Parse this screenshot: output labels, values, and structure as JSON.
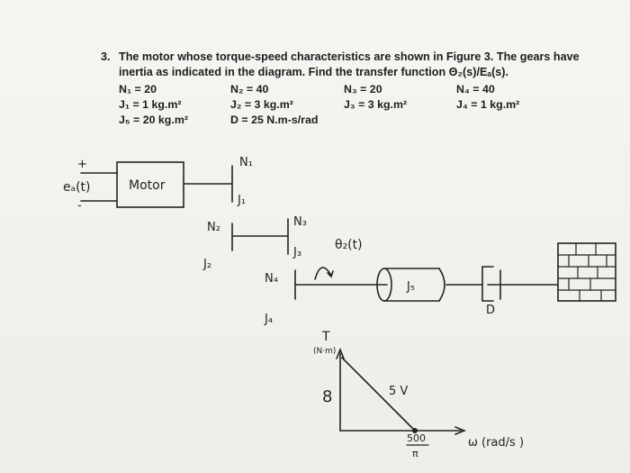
{
  "problem": {
    "number": "3.",
    "statement": "The motor whose torque-speed characteristics are shown in Figure 3. The gears have inertia as indicated in the diagram. Find the transfer function Θ₂(s)/Eₐ(s)."
  },
  "params": [
    {
      "id": "n1",
      "text": "N₁ = 20"
    },
    {
      "id": "n2",
      "text": "N₂ = 40"
    },
    {
      "id": "n3",
      "text": "N₃ = 20"
    },
    {
      "id": "n4",
      "text": "N₄ = 40"
    },
    {
      "id": "j1",
      "text": "J₁ = 1 kg.m²"
    },
    {
      "id": "j2",
      "text": "J₂ = 3 kg.m²"
    },
    {
      "id": "j3",
      "text": "J₃ = 3 kg.m²"
    },
    {
      "id": "j4",
      "text": "J₄ = 1 kg.m²"
    },
    {
      "id": "j5",
      "text": "J₅ = 20 kg.m²"
    },
    {
      "id": "d",
      "text": "D = 25 N.m-s/rad"
    }
  ],
  "diagram": {
    "plus": "+",
    "minus": "-",
    "input_label": "eₐ(t)",
    "motor_label": "Motor",
    "n1": "N₁",
    "j1": "J₁",
    "n2": "N₂",
    "j2": "J₂",
    "n3": "N₃",
    "j3": "J₃",
    "n4": "N₄",
    "j4": "J₄",
    "theta2": "θ₂(t)",
    "j5": "J₅",
    "d": "D"
  },
  "graph": {
    "y_label": "T",
    "y_unit": "(N·m)",
    "y_intercept": "8",
    "line_label": "5 V",
    "x_value_num": "500",
    "x_value_den": "π",
    "x_label": "ω (rad/s )"
  }
}
